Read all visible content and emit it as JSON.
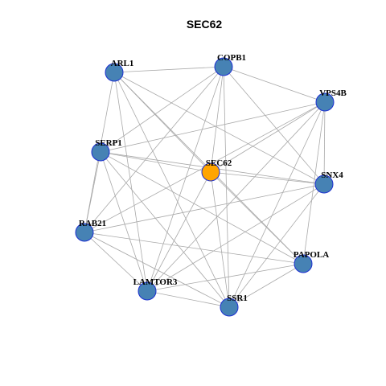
{
  "title": "SEC62",
  "colors": {
    "node_default": "#4682b4",
    "node_highlight": "#ffa500",
    "node_border": "#1c2fd1",
    "edge": "#a9a9a9",
    "background": "#ffffff"
  },
  "nodes": [
    {
      "id": "ARL1",
      "label": "ARL1",
      "highlight": false
    },
    {
      "id": "COPB1",
      "label": "COPB1",
      "highlight": false
    },
    {
      "id": "VPS4B",
      "label": "VPS4B",
      "highlight": false
    },
    {
      "id": "SERP1",
      "label": "SERP1",
      "highlight": false
    },
    {
      "id": "SEC62",
      "label": "SEC62",
      "highlight": true
    },
    {
      "id": "SNX4",
      "label": "SNX4",
      "highlight": false
    },
    {
      "id": "RAB21",
      "label": "RAB21",
      "highlight": false
    },
    {
      "id": "PAPOLA",
      "label": "PAPOLA",
      "highlight": false
    },
    {
      "id": "LAMTOR3",
      "label": "LAMTOR3",
      "highlight": false
    },
    {
      "id": "SSR1",
      "label": "SSR1",
      "highlight": false
    }
  ],
  "edges": [
    [
      "ARL1",
      "COPB1"
    ],
    [
      "ARL1",
      "SEC62"
    ],
    [
      "ARL1",
      "SNX4"
    ],
    [
      "ARL1",
      "PAPOLA"
    ],
    [
      "ARL1",
      "LAMTOR3"
    ],
    [
      "ARL1",
      "SSR1"
    ],
    [
      "ARL1",
      "RAB21"
    ],
    [
      "COPB1",
      "VPS4B"
    ],
    [
      "COPB1",
      "SERP1"
    ],
    [
      "COPB1",
      "SEC62"
    ],
    [
      "COPB1",
      "RAB21"
    ],
    [
      "COPB1",
      "LAMTOR3"
    ],
    [
      "COPB1",
      "SSR1"
    ],
    [
      "COPB1",
      "SNX4"
    ],
    [
      "VPS4B",
      "SERP1"
    ],
    [
      "VPS4B",
      "SEC62"
    ],
    [
      "VPS4B",
      "SNX4"
    ],
    [
      "VPS4B",
      "PAPOLA"
    ],
    [
      "VPS4B",
      "LAMTOR3"
    ],
    [
      "VPS4B",
      "SSR1"
    ],
    [
      "VPS4B",
      "RAB21"
    ],
    [
      "SERP1",
      "SEC62"
    ],
    [
      "SERP1",
      "SNX4"
    ],
    [
      "SERP1",
      "RAB21"
    ],
    [
      "SERP1",
      "PAPOLA"
    ],
    [
      "SERP1",
      "SSR1"
    ],
    [
      "SERP1",
      "LAMTOR3"
    ],
    [
      "SEC62",
      "SNX4"
    ],
    [
      "SEC62",
      "PAPOLA"
    ],
    [
      "SEC62",
      "SSR1"
    ],
    [
      "SEC62",
      "LAMTOR3"
    ],
    [
      "SNX4",
      "RAB21"
    ],
    [
      "SNX4",
      "SSR1"
    ],
    [
      "SNX4",
      "LAMTOR3"
    ],
    [
      "RAB21",
      "PAPOLA"
    ],
    [
      "RAB21",
      "SSR1"
    ],
    [
      "RAB21",
      "LAMTOR3"
    ],
    [
      "PAPOLA",
      "LAMTOR3"
    ],
    [
      "PAPOLA",
      "SSR1"
    ],
    [
      "LAMTOR3",
      "SSR1"
    ]
  ]
}
